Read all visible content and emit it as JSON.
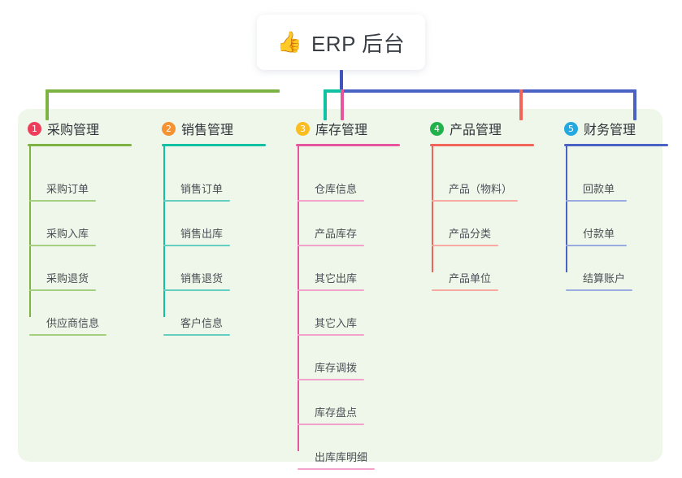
{
  "root": {
    "emoji": "👍",
    "icon_name": "thumbs-up-icon",
    "title": "ERP 后台"
  },
  "colors": {
    "panel_background": "#eef7e9",
    "page_background": "#ffffff",
    "root_text": "#3a3f46",
    "branch_green": "#7cb342",
    "branch_teal": "#11c1a4",
    "branch_pink": "#e8559f",
    "branch_red": "#f2645a",
    "branch_blue": "#4a62c4",
    "trunk_blue": "#4154bd",
    "badge_1": "#ef3e5c",
    "badge_2": "#f59231",
    "badge_3": "#fbbe22",
    "badge_4": "#22b24c",
    "badge_5": "#23a8e0"
  },
  "connector": {
    "trunk_color": "#4154bd",
    "bar_segments": [
      {
        "name": "bar-green",
        "color": "#7cb342"
      },
      {
        "name": "bar-teal",
        "color": "#11c1a4"
      },
      {
        "name": "bar-blue",
        "color": "#4a62c4"
      }
    ]
  },
  "columns": [
    {
      "number": "1",
      "label": "采购管理",
      "badge_color": "#ef3e5c",
      "accent": "#7cb342",
      "leaf_accent": "#a3cf7e",
      "head_rule_width": 128,
      "items": [
        {
          "label": "采购订单",
          "rule_width": 82
        },
        {
          "label": "采购入库",
          "rule_width": 82
        },
        {
          "label": "采购退货",
          "rule_width": 82
        },
        {
          "label": "供应商信息",
          "rule_width": 95
        }
      ]
    },
    {
      "number": "2",
      "label": "销售管理",
      "badge_color": "#f59231",
      "accent": "#11c1a4",
      "leaf_accent": "#64cfc0",
      "head_rule_width": 128,
      "items": [
        {
          "label": "销售订单",
          "rule_width": 82
        },
        {
          "label": "销售出库",
          "rule_width": 82
        },
        {
          "label": "销售退货",
          "rule_width": 82
        },
        {
          "label": "客户信息",
          "rule_width": 82
        }
      ]
    },
    {
      "number": "3",
      "label": "库存管理",
      "badge_color": "#fbbe22",
      "accent": "#e8559f",
      "leaf_accent": "#f3a3cb",
      "head_rule_width": 128,
      "items": [
        {
          "label": "仓库信息",
          "rule_width": 82
        },
        {
          "label": "产品库存",
          "rule_width": 82
        },
        {
          "label": "其它出库",
          "rule_width": 82
        },
        {
          "label": "其它入库",
          "rule_width": 82
        },
        {
          "label": "库存调拨",
          "rule_width": 82
        },
        {
          "label": "库存盘点",
          "rule_width": 82
        },
        {
          "label": "出库库明细",
          "rule_width": 95
        }
      ]
    },
    {
      "number": "4",
      "label": "产品管理",
      "badge_color": "#22b24c",
      "accent": "#f2645a",
      "leaf_accent": "#f7a9a2",
      "head_rule_width": 128,
      "items": [
        {
          "label": "产品（物料）",
          "rule_width": 106
        },
        {
          "label": "产品分类",
          "rule_width": 82
        },
        {
          "label": "产品单位",
          "rule_width": 82
        }
      ]
    },
    {
      "number": "5",
      "label": "财务管理",
      "badge_color": "#23a8e0",
      "accent": "#4a62c4",
      "leaf_accent": "#9aabdf",
      "head_rule_width": 128,
      "items": [
        {
          "label": "回款单",
          "rule_width": 75
        },
        {
          "label": "付款单",
          "rule_width": 75
        },
        {
          "label": "结算账户",
          "rule_width": 82
        }
      ]
    }
  ]
}
